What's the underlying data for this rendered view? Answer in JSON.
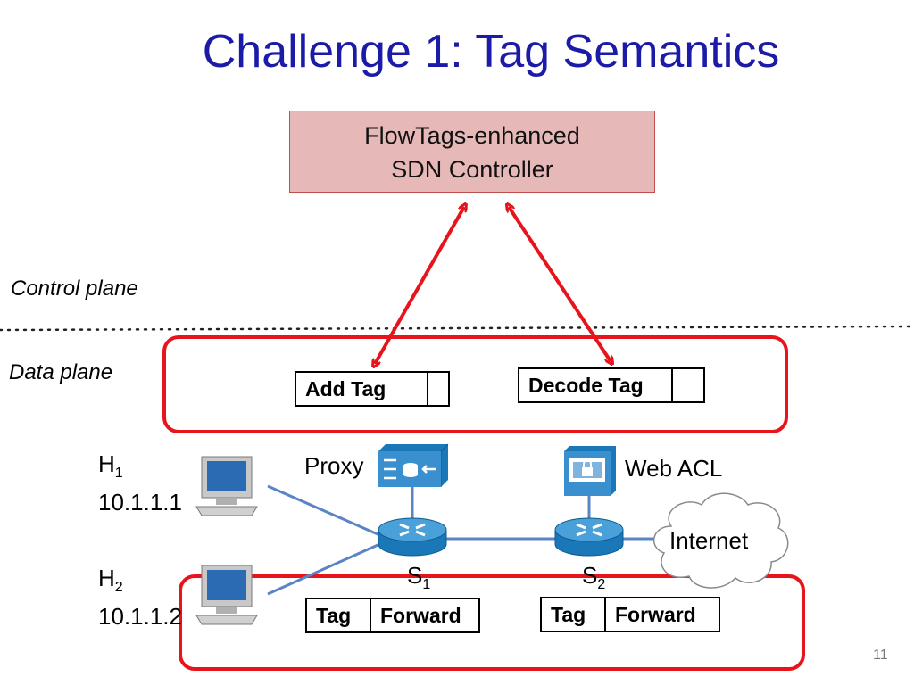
{
  "slide": {
    "title": "Challenge 1: Tag Semantics",
    "page_number": "11"
  },
  "controller": {
    "line1": "FlowTags-enhanced",
    "line2": "SDN Controller"
  },
  "planes": {
    "control": "Control plane",
    "data": "Data plane"
  },
  "tables": {
    "add_tag": {
      "col1": "Add Tag",
      "col2": ""
    },
    "decode_tag": {
      "col1": "Decode Tag",
      "col2": ""
    },
    "s1_table": {
      "col1": "Tag",
      "col2": "Forward"
    },
    "s2_table": {
      "col1": "Tag",
      "col2": "Forward"
    }
  },
  "hosts": {
    "h1": {
      "name": "H",
      "sub": "1",
      "ip": "10.1.1.1"
    },
    "h2": {
      "name": "H",
      "sub": "2",
      "ip": "10.1.1.2"
    }
  },
  "devices": {
    "proxy": "Proxy",
    "web_acl": "Web ACL",
    "internet": "Internet",
    "s1": {
      "name": "S",
      "sub": "1"
    },
    "s2": {
      "name": "S",
      "sub": "2"
    }
  },
  "icons": [
    "computer-icon",
    "router-icon",
    "proxy-icon",
    "firewall-icon",
    "cloud-icon"
  ],
  "colors": {
    "title": "#1b1ba8",
    "controller_fill": "#e6b9b8",
    "highlight_red": "#e8141c",
    "link_blue": "#5a84c4"
  }
}
